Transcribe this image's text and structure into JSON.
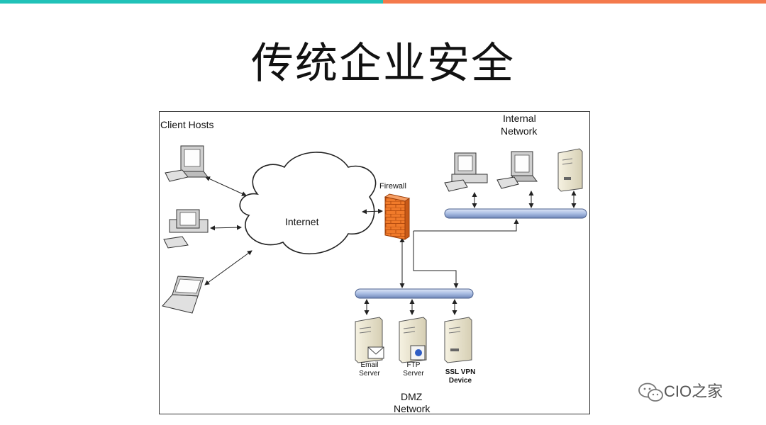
{
  "slide": {
    "title": "传统企业安全",
    "accent_left": "#21c2b8",
    "accent_right": "#f47a4c"
  },
  "diagram": {
    "labels": {
      "client_hosts": "Client Hosts",
      "internal_network_1": "Internal",
      "internal_network_2": "Network",
      "internet": "Internet",
      "firewall": "Firewall",
      "dmz_1": "DMZ",
      "dmz_2": "Network",
      "email_1": "Email",
      "email_2": "Server",
      "ftp_1": "FTP",
      "ftp_2": "Server",
      "vpn_1": "SSL VPN",
      "vpn_2": "Device"
    },
    "icons": [
      "desktop-computer-icon",
      "laptop-icon",
      "server-tower-icon",
      "cloud-icon",
      "firewall-brick-icon",
      "network-bus-icon"
    ],
    "colors": {
      "bus": "#a9bde3",
      "firewall": "#f07a2a",
      "server": "#ece6cf"
    }
  },
  "watermark": {
    "text": "CIO之家",
    "icon": "wechat-icon"
  }
}
